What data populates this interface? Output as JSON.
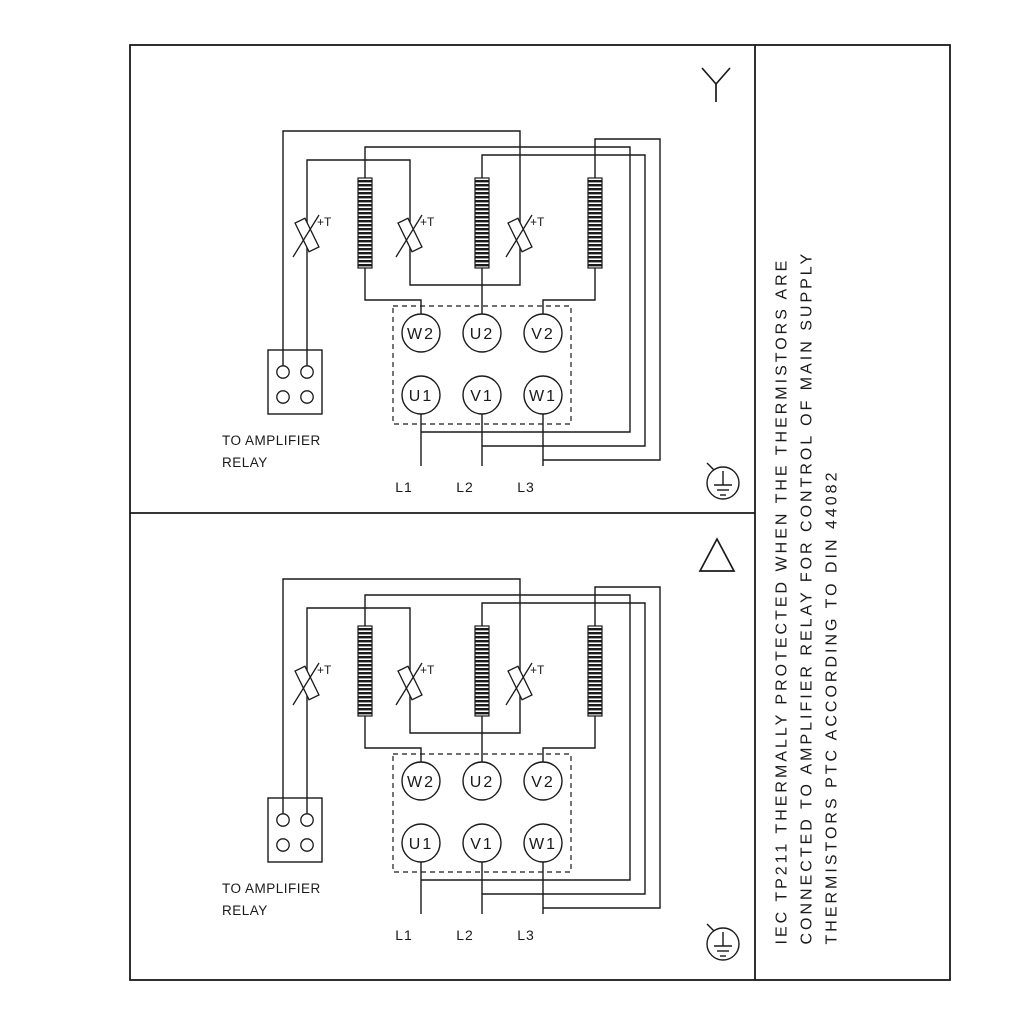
{
  "colors": {
    "line": "#1a1a1a",
    "background": "#ffffff"
  },
  "sidebar_note": {
    "lines": [
      "IEC TP211 THERMALLY PROTECTED WHEN THE THERMISTORS ARE",
      "CONNECTED TO AMPLIFIER RELAY FOR CONTROL OF MAIN SUPPLY",
      "THERMISTORS PTC ACCORDING TO DIN 44082"
    ]
  },
  "panels": [
    {
      "id": "star",
      "connection": "star"
    },
    {
      "id": "delta",
      "connection": "delta"
    }
  ],
  "labels": {
    "thermistor": "+T",
    "relay_caption": [
      "TO AMPLIFIER",
      "RELAY"
    ],
    "terminals_top": [
      "W2",
      "U2",
      "V2"
    ],
    "terminals_bottom": [
      "U1",
      "V1",
      "W1"
    ],
    "supply_lines": [
      "L1",
      "L2",
      "L3"
    ]
  }
}
